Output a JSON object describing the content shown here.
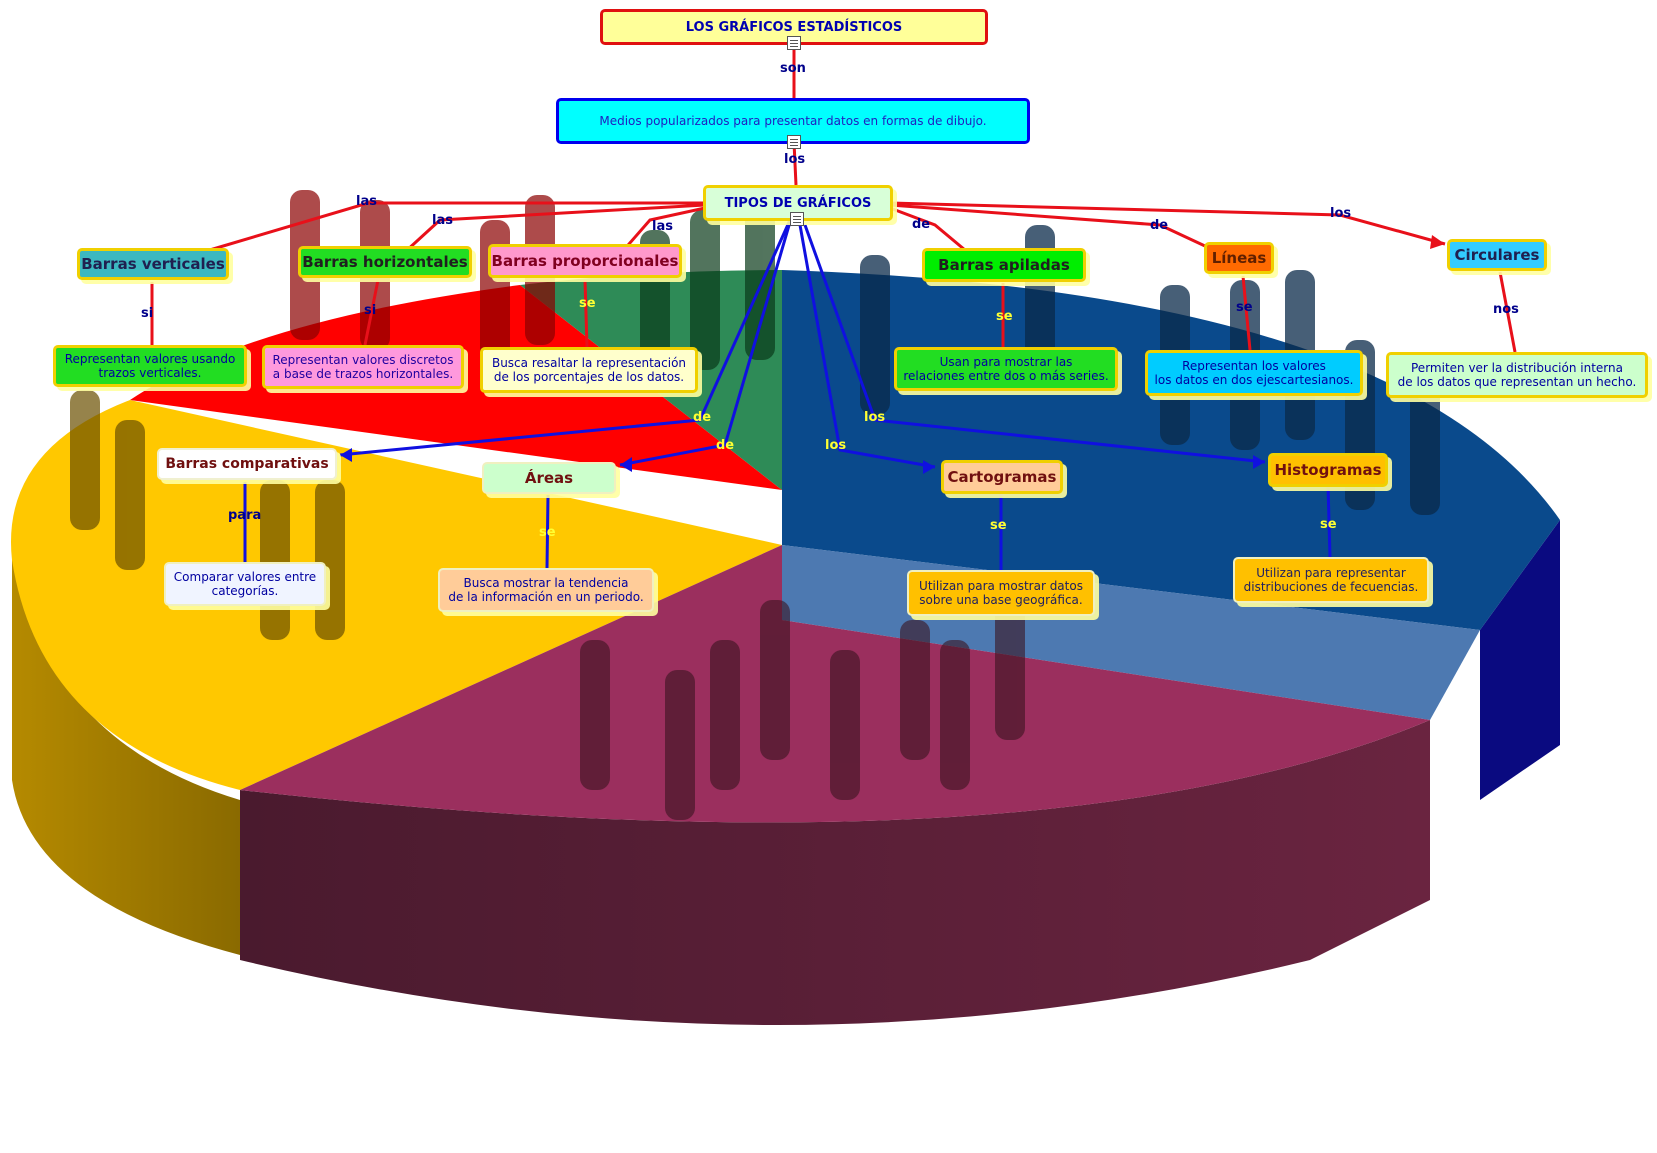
{
  "root": {
    "title": "LOS GRÁFICOS ESTADÍSTICOS"
  },
  "definition": "Medios popularizados para presentar datos en formas de dibujo.",
  "types_title": "TIPOS DE GRÁFICOS",
  "links": {
    "son": "son",
    "los": "los",
    "las_1": "las",
    "las_2": "las",
    "las_3": "las",
    "de_1": "de",
    "de_2": "de",
    "los_right": "los",
    "si_1": "si",
    "si_2": "si",
    "se_1": "se",
    "se_2": "se",
    "se_3": "se",
    "se_4": "se",
    "se_5": "se",
    "se_6": "se",
    "nos": "nos",
    "de_left_1": "de",
    "de_left_2": "de",
    "los_low_1": "los",
    "los_low_2": "los",
    "para": "para"
  },
  "types": {
    "barras_verticales": {
      "name": "Barras verticales",
      "desc": "Representan valores usando\ntrazos verticales."
    },
    "barras_horizontales": {
      "name": "Barras horizontales",
      "desc": "Representan valores discretos\na base de trazos horizontales."
    },
    "barras_proporcionales": {
      "name": "Barras proporcionales",
      "desc": "Busca resaltar la representación\nde los porcentajes de los datos."
    },
    "barras_apiladas": {
      "name": "Barras apiladas",
      "desc": "Usan para mostrar las\nrelaciones entre dos o más series."
    },
    "lineas": {
      "name": "Líneas",
      "desc": "Representan los valores\nlos datos en dos ejescartesianos."
    },
    "circulares": {
      "name": "Circulares",
      "desc": "Permiten ver la distribución interna\nde los datos que representan un hecho."
    },
    "barras_comparativas": {
      "name": "Barras comparativas",
      "desc": "Comparar valores entre\ncategorías."
    },
    "areas": {
      "name": "Áreas",
      "desc": "Busca mostrar la tendencia\nde la información en un periodo."
    },
    "cartogramas": {
      "name": "Cartogramas",
      "desc": "Utilizan para mostrar datos\nsobre una base geográfica."
    },
    "histogramas": {
      "name": "Histogramas",
      "desc": "Utilizan para representar\ndistribuciones de fecuencias."
    }
  },
  "colors": {
    "red_line": "#e8101a",
    "blue_line": "#1010e0",
    "pie_yellow": "#ffc800",
    "pie_red": "#ff0000",
    "pie_green": "#2e8b57",
    "pie_blue": "#0a4a8c",
    "pie_magenta": "#9b2f5e"
  }
}
